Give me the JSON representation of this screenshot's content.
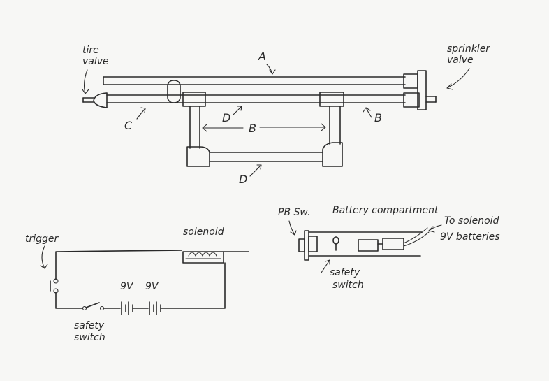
{
  "pipe_assembly": {
    "tire_valve_line1": "tire",
    "tire_valve_line2": "valve",
    "sprinkler_valve_line1": "sprinkler",
    "sprinkler_valve_line2": "valve",
    "label_A": "A",
    "label_B_right": "B",
    "label_B_middle": "B",
    "label_C": "C",
    "label_D_upper": "D",
    "label_D_lower": "D"
  },
  "circuit": {
    "trigger_label": "trigger",
    "solenoid_label": "solenoid",
    "battery1_label": "9V",
    "battery2_label": "9V",
    "safety_switch_line1": "safety",
    "safety_switch_line2": "switch"
  },
  "battery_compartment": {
    "pb_switch_label": "PB Sw.",
    "compartment_label": "Battery compartment",
    "to_solenoid_label": "To solenoid",
    "batteries_label": "9V batteries",
    "safety_switch_line1": "safety",
    "safety_switch_line2": "switch"
  }
}
